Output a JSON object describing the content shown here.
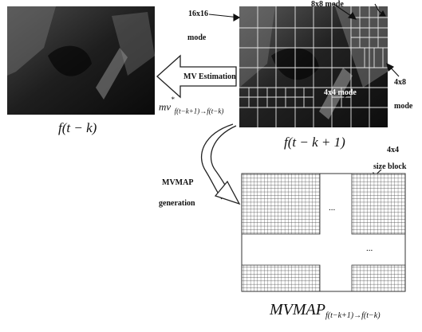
{
  "labels": {
    "mode_16x16": "16x16",
    "mode_word": "mode",
    "mode_8x8": "8x8 mode",
    "mode_4x8": "4x8",
    "mode_4x8_word": "mode",
    "mode_4x4": "4x4 mode",
    "mv_estimation": "MV Estimation",
    "mvmap_generation_1": "MVMAP",
    "mvmap_generation_2": "generation",
    "size_block_1": "4x4",
    "size_block_2": "size block",
    "frame_left": "f(t − k)",
    "frame_right": "f(t − k + 1)",
    "mv_symbol_main": "mv",
    "mv_symbol_sup": "*",
    "mv_symbol_sub": "f(t−k+1)→f(t−k)",
    "mvmap_main": "MVMAP",
    "mvmap_sub": "f(t−k+1)→f(t−k)",
    "ellipsis_1": "...",
    "ellipsis_2": "..."
  },
  "colors": {
    "grid": "#333333",
    "frame_dark": "#1a1a1a",
    "arrow_fill": "#ffffff"
  }
}
